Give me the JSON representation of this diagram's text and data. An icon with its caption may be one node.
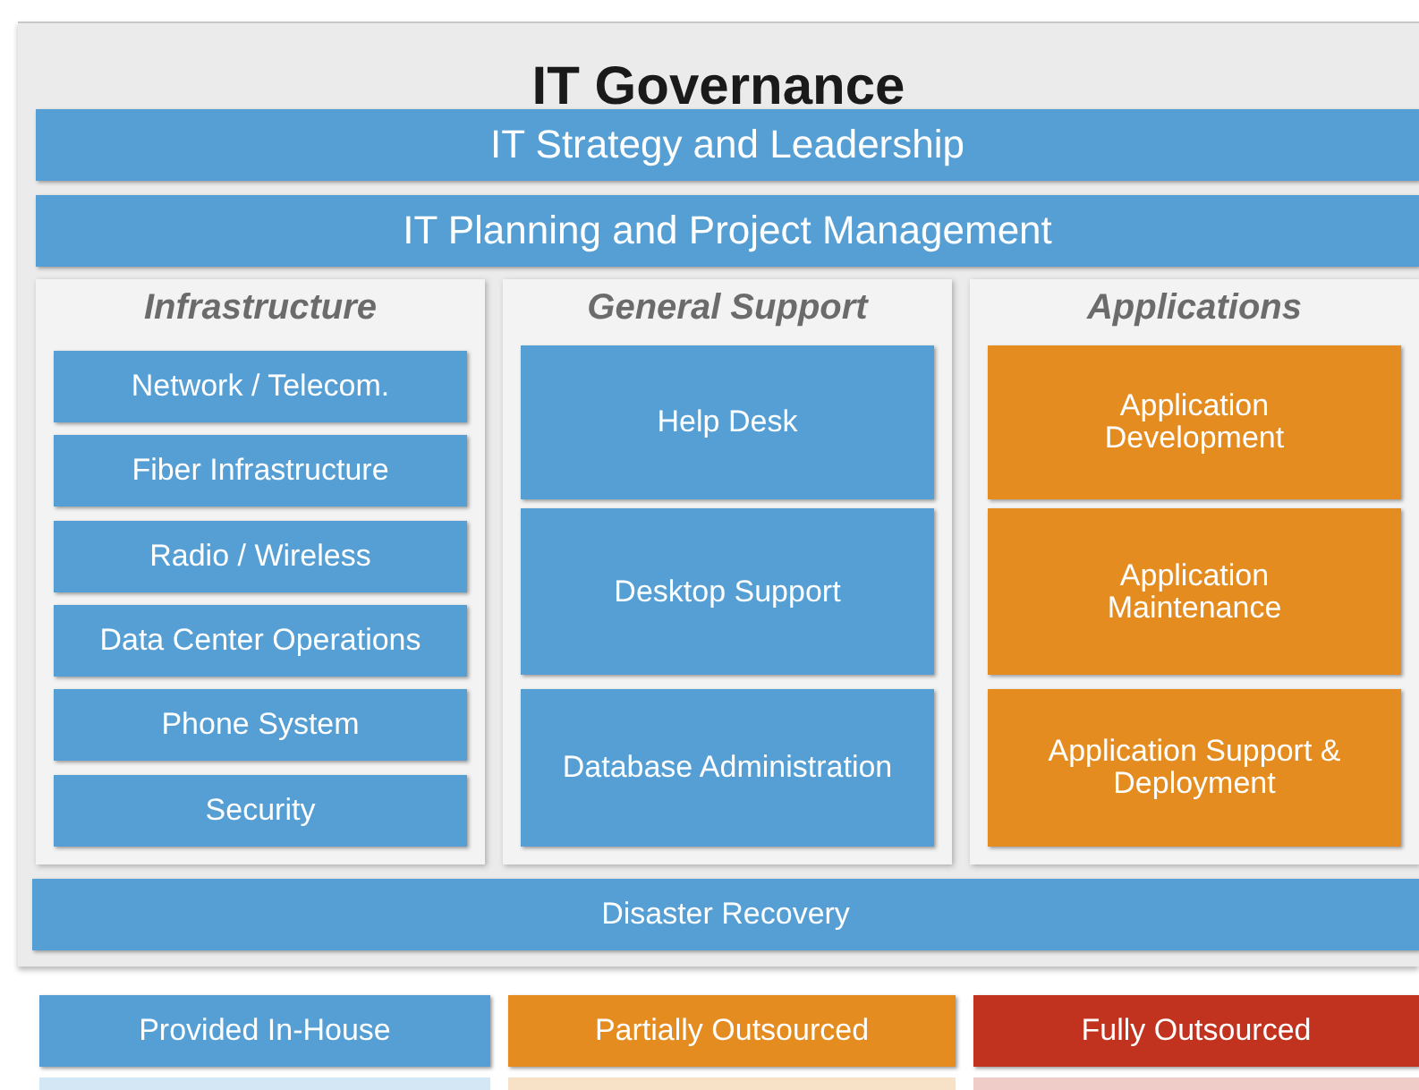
{
  "diagram": {
    "nodes": [
      {
        "text": [
          "IT Governance"
        ]
      },
      {
        "text": [
          "IT Strategy and Leadership"
        ],
        "in": 0
      },
      {
        "text": [
          "IT Planning and Project Management"
        ],
        "in": 0
      },
      {
        "text": [
          "Infrastructure"
        ],
        "in": 0
      },
      {
        "text": [
          "Network / Telecom."
        ],
        "in": 3
      },
      {
        "text": [
          "Fiber Infrastructure"
        ],
        "in": 3
      },
      {
        "text": [
          "Radio / Wireless"
        ],
        "in": 3
      },
      {
        "text": [
          "Data Center Operations"
        ],
        "in": 3
      },
      {
        "text": [
          "Phone System"
        ],
        "in": 3
      },
      {
        "text": [
          "Security"
        ],
        "in": 3
      },
      {
        "text": [
          "General Support"
        ],
        "in": 0
      },
      {
        "text": [
          "Help Desk"
        ],
        "in": 10
      },
      {
        "text": [
          "Desktop Support"
        ],
        "in": 10
      },
      {
        "text": [
          "Database Administration"
        ],
        "in": 10
      },
      {
        "text": [
          "Applications"
        ],
        "in": 0
      },
      {
        "text": [
          "Application Development"
        ],
        "in": 14
      },
      {
        "text": [
          "Application Maintenance"
        ],
        "in": 14
      },
      {
        "text": [
          "Application Support & Deployment"
        ],
        "in": 14
      },
      {
        "text": [
          "Disaster Recovery"
        ],
        "in": 0
      }
    ],
    "legend": [
      {
        "text": "Provided In-House",
        "color": "#559fd4"
      },
      {
        "text": "Partially Outsourced",
        "color": "#e48c1f"
      },
      {
        "text": "Fully Outsourced",
        "color": "#c1331f"
      }
    ]
  }
}
